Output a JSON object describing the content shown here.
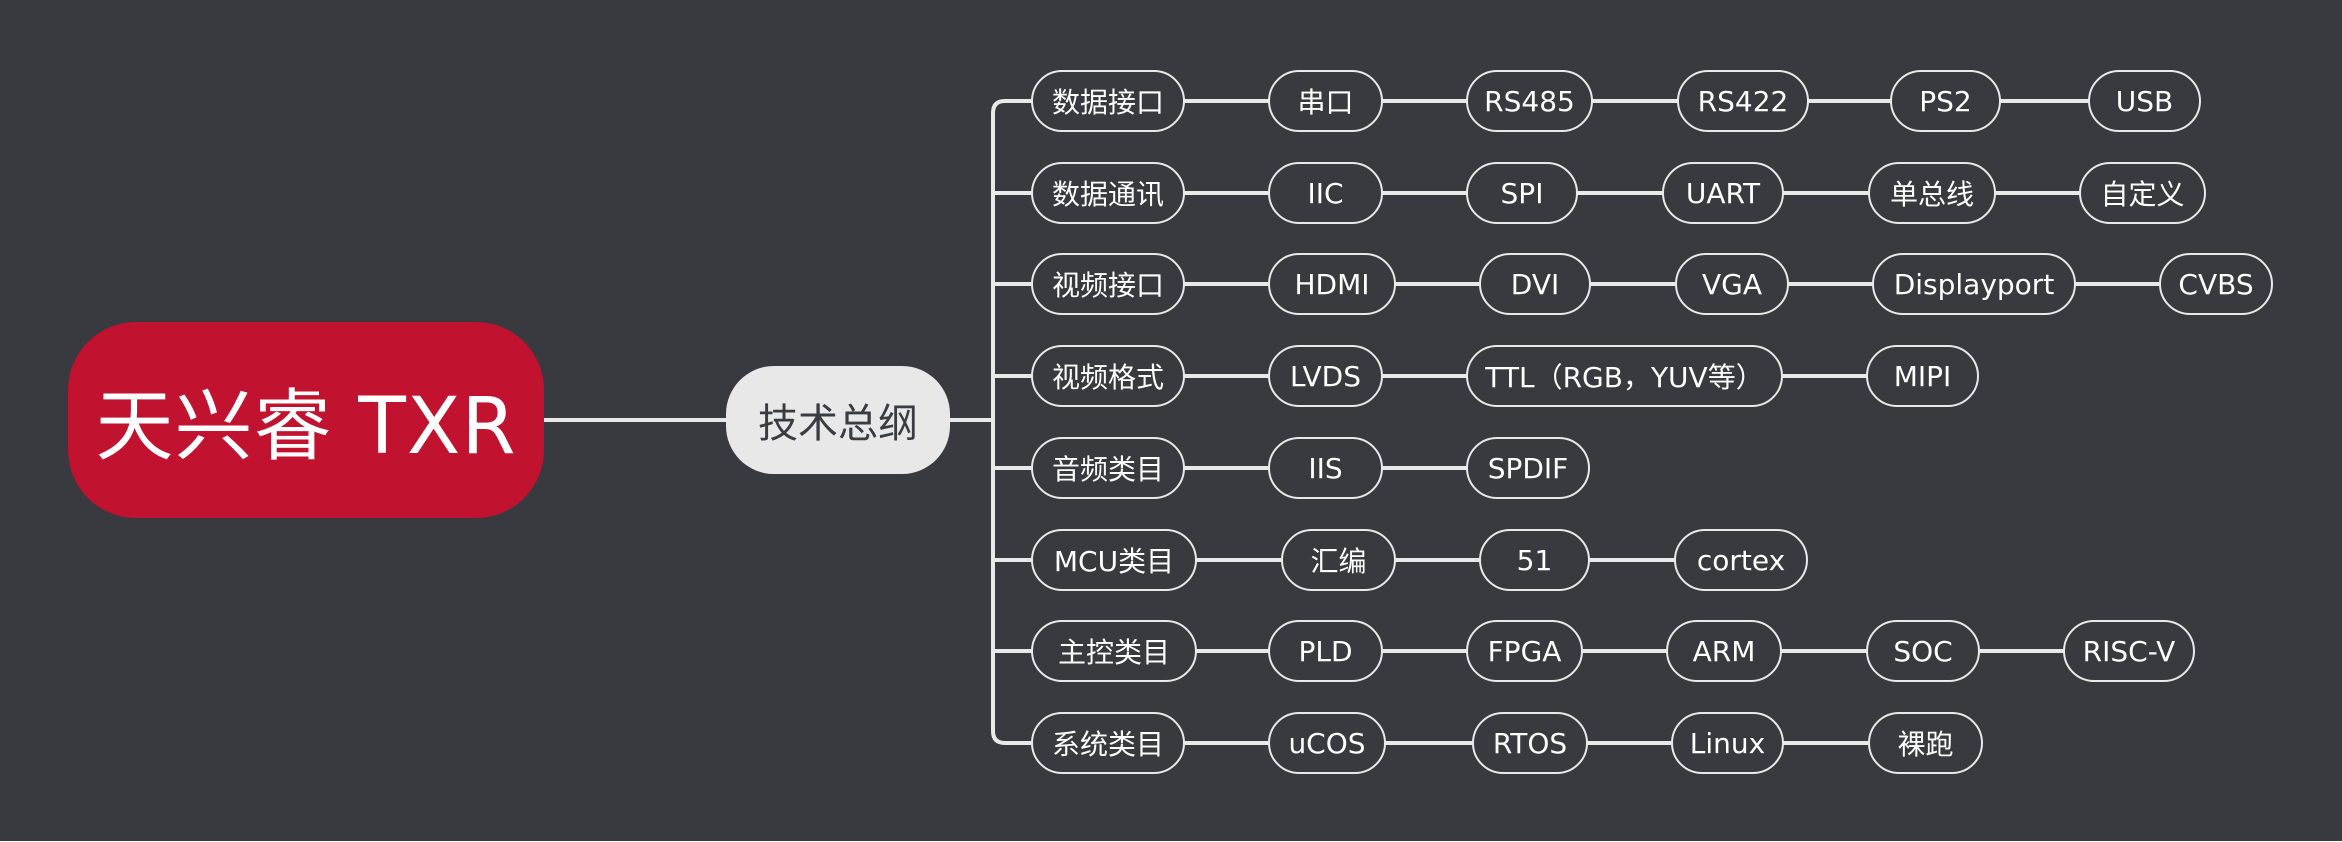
{
  "root": {
    "label": "天兴睿 TXR"
  },
  "center": {
    "label": "技术总纲"
  },
  "branches": [
    {
      "label": "数据接口",
      "items": [
        "串口",
        "RS485",
        "RS422",
        "PS2",
        "USB"
      ]
    },
    {
      "label": "数据通讯",
      "items": [
        "IIC",
        "SPI",
        "UART",
        "单总线",
        "自定义"
      ]
    },
    {
      "label": "视频接口",
      "items": [
        "HDMI",
        "DVI",
        "VGA",
        "Displayport",
        "CVBS"
      ]
    },
    {
      "label": "视频格式",
      "items": [
        "LVDS",
        "TTL（RGB，YUV等）",
        "MIPI"
      ]
    },
    {
      "label": "音频类目",
      "items": [
        "IIS",
        "SPDIF"
      ]
    },
    {
      "label": "MCU类目",
      "items": [
        "汇编",
        "51",
        "cortex"
      ]
    },
    {
      "label": "主控类目",
      "items": [
        "PLD",
        "FPGA",
        "ARM",
        "SOC",
        "RISC-V"
      ]
    },
    {
      "label": "系统类目",
      "items": [
        "uCOS",
        "RTOS",
        "Linux",
        "裸跑"
      ]
    }
  ],
  "colors": {
    "background": "#383a40",
    "root_fill": "#c1122f",
    "center_fill": "#e8e8e9",
    "line": "#e9e9e9"
  }
}
